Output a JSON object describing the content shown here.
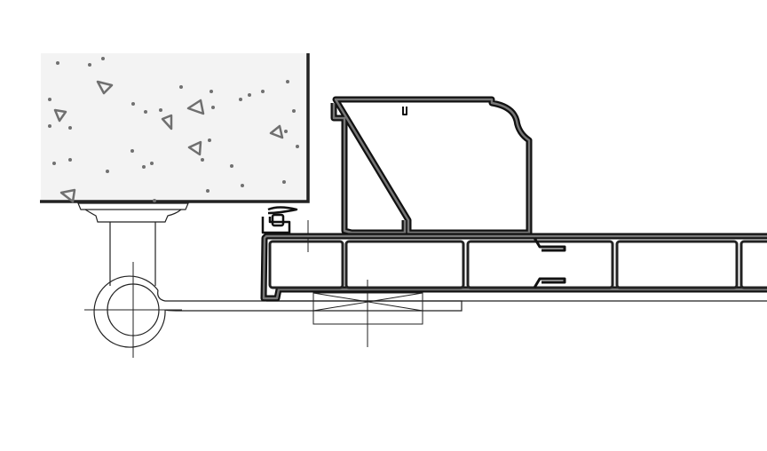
{
  "drawing": {
    "kind": "technical cross-section",
    "components": [
      {
        "name": "concrete-wall",
        "fill": "#f3f3f3"
      },
      {
        "name": "mounting-bracket"
      },
      {
        "name": "frame-profile",
        "color": "#555555"
      },
      {
        "name": "multi-chamber-panel",
        "color": "#555555"
      },
      {
        "name": "hinge-pivot"
      },
      {
        "name": "center-lines"
      }
    ],
    "colors": {
      "profile_fill": "#555555",
      "profile_outline": "#111111",
      "aggregate": "#6f6f6f",
      "concrete_fill": "#f3f3f3",
      "thin_line": "#222222"
    }
  }
}
